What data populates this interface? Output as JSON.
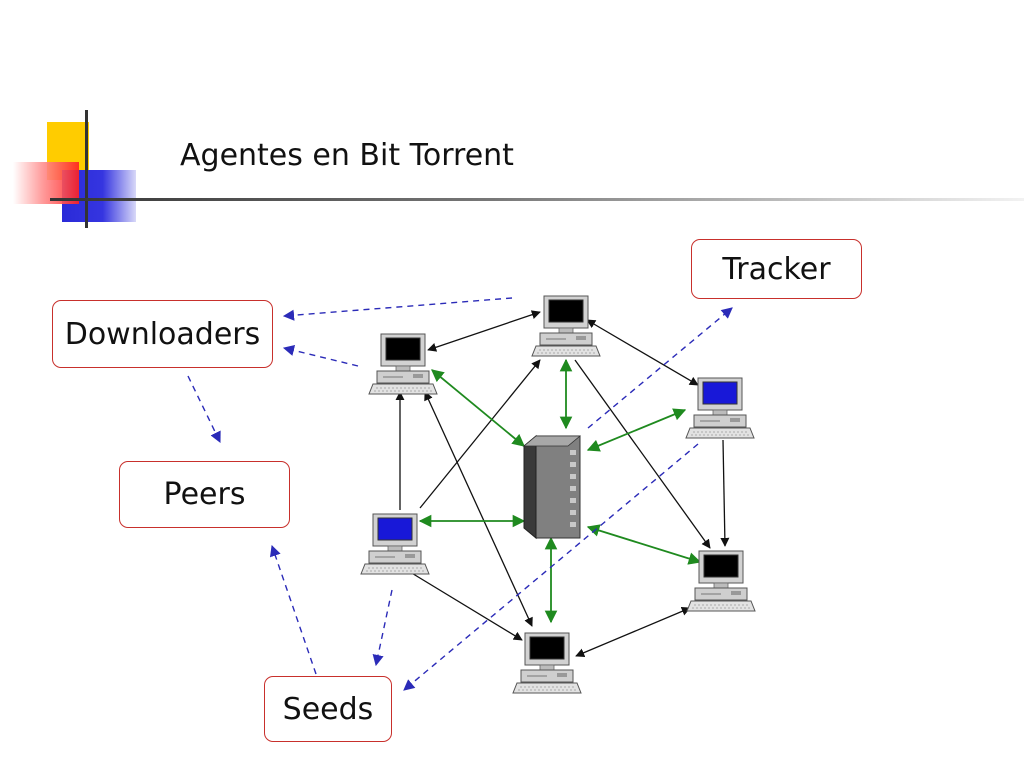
{
  "slide": {
    "title": "Agentes en Bit Torrent"
  },
  "labels": {
    "tracker": "Tracker",
    "downloaders": "Downloaders",
    "peers": "Peers",
    "seeds": "Seeds"
  },
  "colors": {
    "label_border": "#c8302c",
    "peer_link": "#111111",
    "tracker_link": "#1f8a1f",
    "role_pointer": "#2b2bb8",
    "seed_screen": "#1818d8",
    "downloader_screen": "#000000"
  },
  "icons": {
    "server": "tracker-server-icon",
    "downloader": "downloader-computer-icon",
    "seed": "seed-computer-icon"
  }
}
